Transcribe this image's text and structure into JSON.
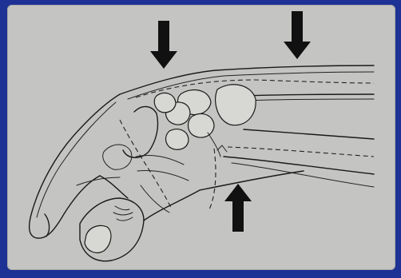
{
  "figure": {
    "subject_icon": "wrist-splint-pressure-diagram",
    "colors": {
      "frame": "#1d3294",
      "background": "#c4c4c2",
      "ink": "#111111"
    },
    "arrows": [
      {
        "icon": "arrow-down-icon",
        "direction": "down"
      },
      {
        "icon": "arrow-down-icon",
        "direction": "down"
      },
      {
        "icon": "arrow-up-icon",
        "direction": "up"
      }
    ]
  }
}
